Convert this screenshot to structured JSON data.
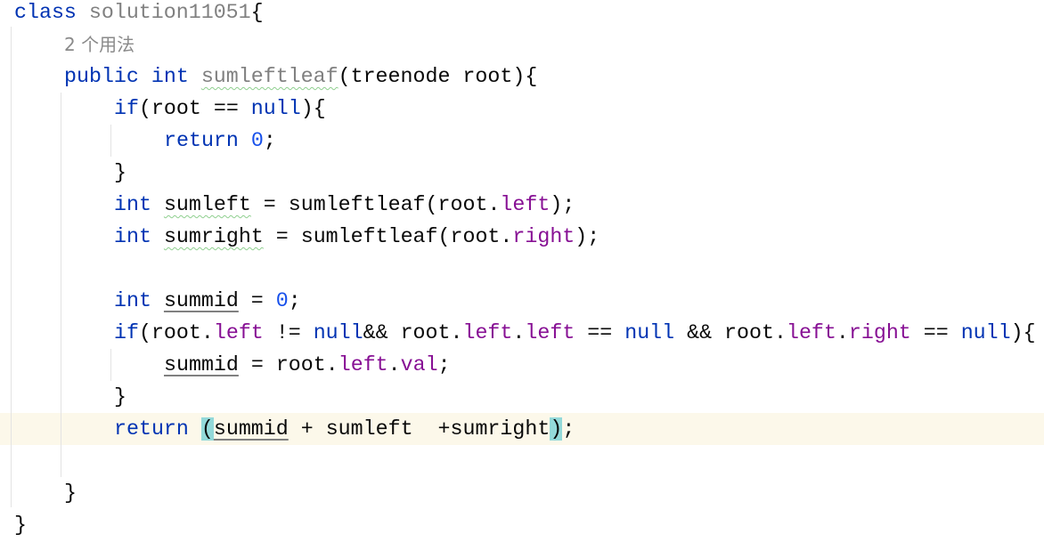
{
  "editor": {
    "current_line": 13,
    "lines": [
      {
        "indent": 0,
        "tokens": [
          [
            "class",
            "kw"
          ],
          [
            " ",
            ""
          ],
          [
            "solution11051",
            "cls"
          ],
          [
            "{",
            ""
          ]
        ]
      },
      {
        "indent": 1,
        "tokens": [
          [
            "2 个用法",
            "hint"
          ]
        ]
      },
      {
        "indent": 1,
        "tokens": [
          [
            "public",
            "kw"
          ],
          [
            " ",
            ""
          ],
          [
            "int",
            "kw"
          ],
          [
            " ",
            ""
          ],
          [
            "sumleftleaf",
            "wavygray"
          ],
          [
            "(treenode root){",
            ""
          ]
        ]
      },
      {
        "indent": 2,
        "tokens": [
          [
            "if",
            "kw"
          ],
          [
            "(root == ",
            ""
          ],
          [
            "null",
            "kw"
          ],
          [
            "){",
            ""
          ]
        ]
      },
      {
        "indent": 3,
        "tokens": [
          [
            "return",
            "kw"
          ],
          [
            " ",
            ""
          ],
          [
            "0",
            "num"
          ],
          [
            ";",
            ""
          ]
        ]
      },
      {
        "indent": 2,
        "tokens": [
          [
            "}",
            ""
          ]
        ]
      },
      {
        "indent": 2,
        "tokens": [
          [
            "int",
            "kw"
          ],
          [
            " ",
            ""
          ],
          [
            "sumleft",
            "wavy"
          ],
          [
            " = sumleftleaf(root.",
            ""
          ],
          [
            "left",
            "field"
          ],
          [
            ");",
            ""
          ]
        ]
      },
      {
        "indent": 2,
        "tokens": [
          [
            "int",
            "kw"
          ],
          [
            " ",
            ""
          ],
          [
            "sumright",
            "wavy"
          ],
          [
            " = sumleftleaf(root.",
            ""
          ],
          [
            "right",
            "field"
          ],
          [
            ");",
            ""
          ]
        ]
      },
      {
        "indent": 0,
        "tokens": []
      },
      {
        "indent": 2,
        "tokens": [
          [
            "int",
            "kw"
          ],
          [
            " ",
            ""
          ],
          [
            "summid",
            "ul"
          ],
          [
            " = ",
            ""
          ],
          [
            "0",
            "num"
          ],
          [
            ";",
            ""
          ]
        ]
      },
      {
        "indent": 2,
        "tokens": [
          [
            "if",
            "kw"
          ],
          [
            "(root.",
            ""
          ],
          [
            "left",
            "field"
          ],
          [
            " != ",
            ""
          ],
          [
            "null",
            "kw"
          ],
          [
            "&& root.",
            ""
          ],
          [
            "left",
            "field"
          ],
          [
            ".",
            ""
          ],
          [
            "left",
            "field"
          ],
          [
            " == ",
            ""
          ],
          [
            "null",
            "kw"
          ],
          [
            " && root.",
            ""
          ],
          [
            "left",
            "field"
          ],
          [
            ".",
            ""
          ],
          [
            "right",
            "field"
          ],
          [
            " == ",
            ""
          ],
          [
            "null",
            "kw"
          ],
          [
            "){",
            ""
          ]
        ]
      },
      {
        "indent": 3,
        "tokens": [
          [
            "summid",
            "ul"
          ],
          [
            " = root.",
            ""
          ],
          [
            "left",
            "field"
          ],
          [
            ".",
            ""
          ],
          [
            "val",
            "field"
          ],
          [
            ";",
            ""
          ]
        ]
      },
      {
        "indent": 2,
        "tokens": [
          [
            "}",
            ""
          ]
        ]
      },
      {
        "indent": 2,
        "tokens": [
          [
            "return",
            "kw"
          ],
          [
            " ",
            ""
          ],
          [
            "(",
            "brace"
          ],
          [
            "summid",
            "ul"
          ],
          [
            " + sumleft  +sumright",
            ""
          ],
          [
            ")",
            "brace"
          ],
          [
            ";",
            ""
          ]
        ]
      },
      {
        "indent": 0,
        "tokens": []
      },
      {
        "indent": 1,
        "tokens": [
          [
            "}",
            ""
          ]
        ]
      },
      {
        "indent": 0,
        "tokens": [
          [
            "}",
            ""
          ]
        ]
      }
    ]
  }
}
